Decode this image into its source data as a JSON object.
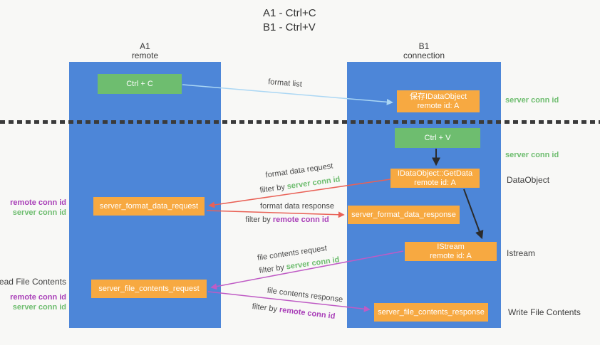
{
  "title": {
    "line1": "A1 - Ctrl+C",
    "line2": "B1 - Ctrl+V"
  },
  "columns": {
    "left": {
      "name": "A1",
      "subtitle": "remote"
    },
    "right": {
      "name": "B1",
      "subtitle": "connection"
    }
  },
  "boxes": {
    "ctrl_c": {
      "label": "Ctrl + C"
    },
    "save_dataobject": {
      "line1": "保存IDataObject",
      "line2": "remote id: A"
    },
    "ctrl_v": {
      "label": "Ctrl + V"
    },
    "getdata": {
      "line1": "IDataObject::GetData",
      "line2": "remote id: A"
    },
    "format_request": {
      "label": "server_format_data_request"
    },
    "format_response": {
      "label": "server_format_data_response"
    },
    "istream": {
      "line1": "IStream",
      "line2": "remote id: A"
    },
    "file_request": {
      "label": "server_file_contents_request"
    },
    "file_response": {
      "label": "server_file_contents_response"
    }
  },
  "left_labels": {
    "pair1_remote": "remote conn id",
    "pair1_server": "server conn id",
    "read_file": "Read File Contents",
    "pair2_remote": "remote conn id",
    "pair2_server": "server conn id"
  },
  "right_labels": {
    "server_conn_top": "server conn id",
    "server_conn_mid": "server conn id",
    "dataobject": "DataObject",
    "istream": "Istream",
    "write_file": "Write File Contents"
  },
  "flow_labels": {
    "format_list": "format list",
    "format_data_request": "format data request",
    "format_data_response": "format data response",
    "file_contents_request": "file contents request",
    "file_contents_response": "file contents response",
    "filter_by": "filter by",
    "server_conn_id": "server conn id",
    "remote_conn_id": "remote conn id"
  },
  "colors": {
    "background": "#f8f8f6",
    "column_blue": "#4d86d8",
    "box_orange": "#f7a941",
    "box_green": "#6ebd6f",
    "arrow_light_blue": "#abd7f4",
    "arrow_red": "#e96156",
    "arrow_purple": "#bf5bc5",
    "arrow_black": "#2b2b2b",
    "label_green": "#6ebd6f",
    "label_purple": "#a93fb8",
    "dotted_line": "#3b3b3b"
  }
}
